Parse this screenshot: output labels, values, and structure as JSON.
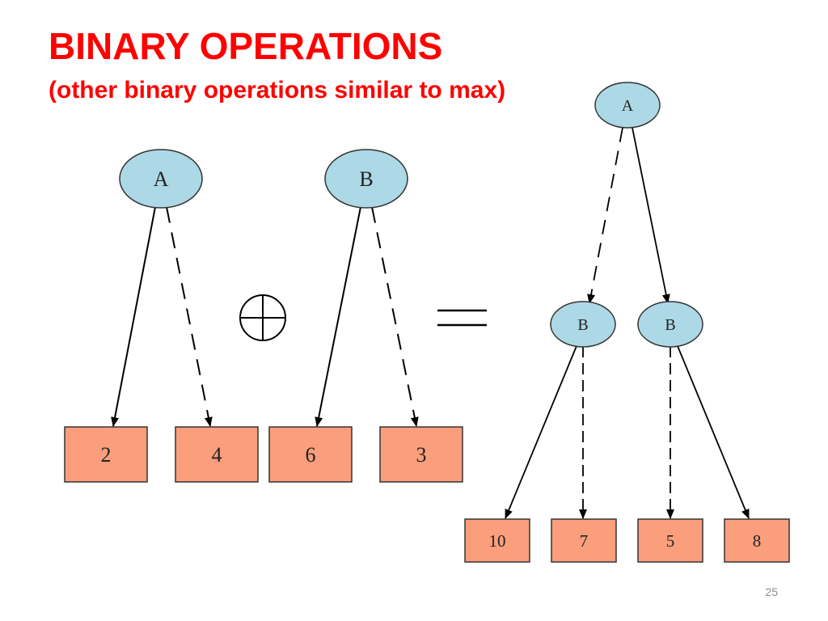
{
  "slide": {
    "title": "BINARY OPERATIONS",
    "subtitle": "(other binary operations similar to max)",
    "page_number": "25"
  },
  "colors": {
    "title": "#ff0000",
    "decision_node_fill": "#add8e6",
    "terminal_node_fill": "#fa9e7c",
    "stroke": "#333333"
  },
  "diagram": {
    "operator_symbol": "circled-plus",
    "equals_symbol": "equals",
    "left_operand": {
      "root": "A",
      "solid_child": "2",
      "dashed_child": "4"
    },
    "right_operand": {
      "root": "B",
      "solid_child": "6",
      "dashed_child": "3"
    },
    "result": {
      "root": "A",
      "dashed_branch": {
        "node": "B",
        "solid_child": "10",
        "dashed_child": "7"
      },
      "solid_branch": {
        "node": "B",
        "dashed_child": "5",
        "solid_child": "8"
      }
    }
  }
}
